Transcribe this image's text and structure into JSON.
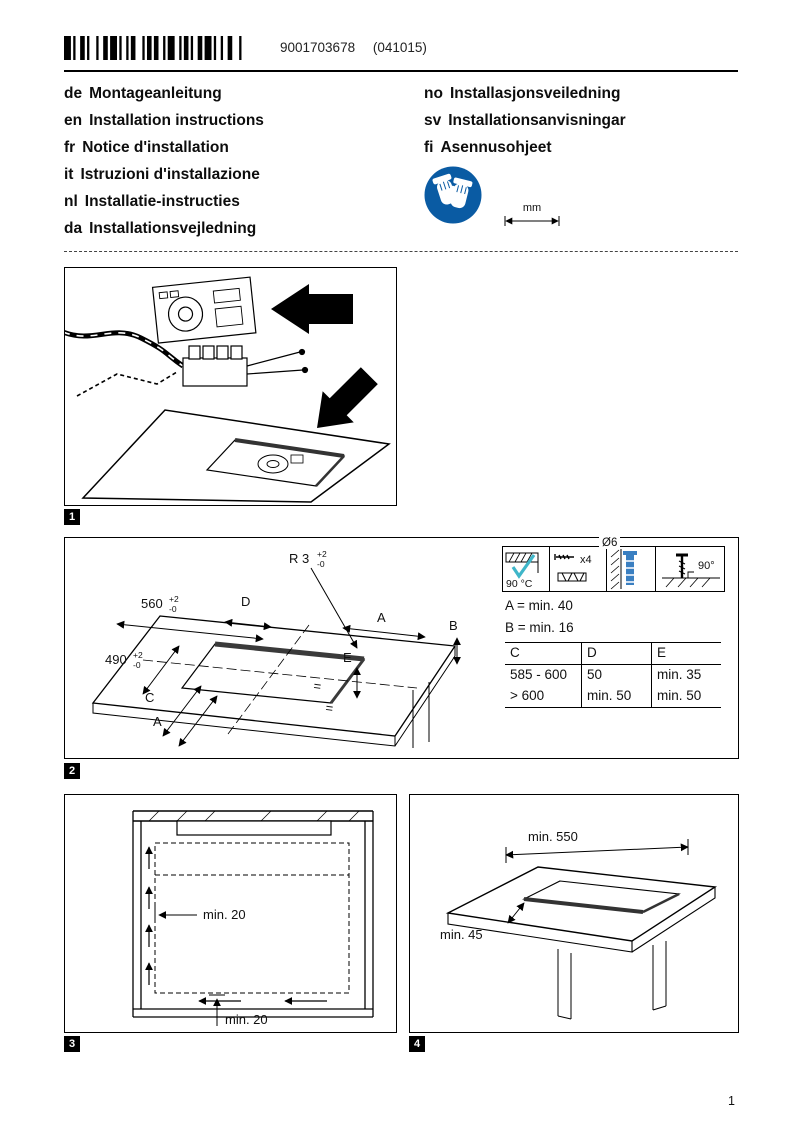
{
  "page": {
    "number": "1"
  },
  "header": {
    "barcode_number": "9001703678",
    "print_code": "(041015)"
  },
  "languages_left": [
    {
      "code": "de",
      "title": "Montageanleitung"
    },
    {
      "code": "en",
      "title": "Installation instructions"
    },
    {
      "code": "fr",
      "title": "Notice d'installation"
    },
    {
      "code": "it",
      "title": "Istruzioni d'installazione"
    },
    {
      "code": "nl",
      "title": "Installatie-instructies"
    },
    {
      "code": "da",
      "title": "Installationsvejledning"
    }
  ],
  "languages_right": [
    {
      "code": "no",
      "title": "Installasjonsveiledning"
    },
    {
      "code": "sv",
      "title": "Installationsanvisningar"
    },
    {
      "code": "fi",
      "title": "Asennusohjeet"
    }
  ],
  "symbols": {
    "mm_label": "mm",
    "gloves_color": "#0a5ba3",
    "check_color": "#3fb6c9",
    "dowel_color": "#3a7fc1"
  },
  "figures": {
    "fig1": {
      "tag": "1"
    },
    "fig2": {
      "tag": "2",
      "dims": {
        "r": "R 3",
        "tol_sup": "+2",
        "tol_sub": "-0",
        "w560": "560",
        "w490": "490",
        "d": "D",
        "a_top": "A",
        "b": "B",
        "e": "E",
        "c": "C",
        "a_bottom": "A",
        "eq": "="
      },
      "icons": {
        "temp": "90 °C",
        "dia": "Ø6",
        "count": "x4",
        "angle": "90°"
      },
      "notes": {
        "a": "A = min. 40",
        "b": "B = min. 16"
      },
      "table": {
        "headers": [
          "C",
          "D",
          "E"
        ],
        "rows": [
          [
            "585 - 600",
            "50",
            "min. 35"
          ],
          [
            "> 600",
            "min. 50",
            "min. 50"
          ]
        ]
      }
    },
    "fig3": {
      "tag": "3",
      "min_side": "min. 20",
      "min_bottom": "min. 20"
    },
    "fig4": {
      "tag": "4",
      "min_width": "min. 550",
      "min_front": "min. 45"
    }
  }
}
